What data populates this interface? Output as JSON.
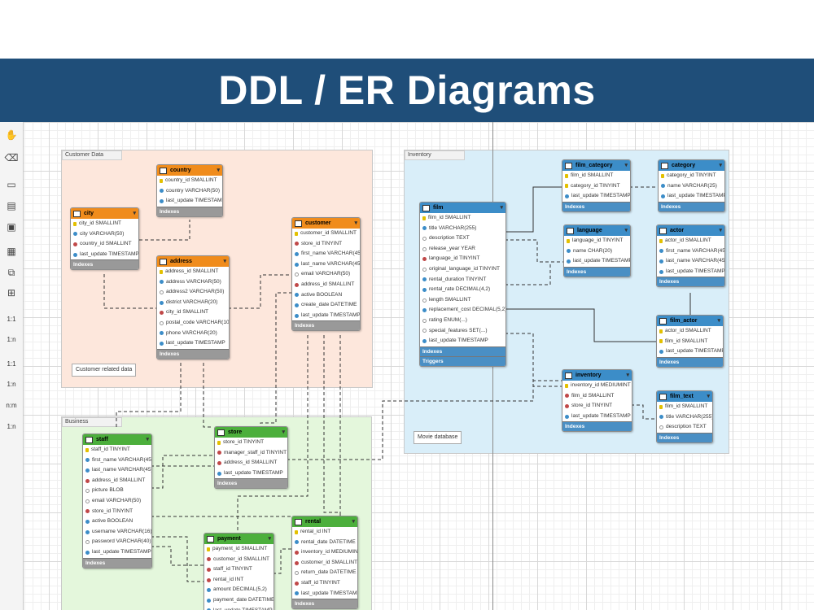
{
  "slide_title": "DDL / ER Diagrams",
  "layers": {
    "customer": "Customer Data",
    "inventory": "Inventory",
    "business": "Business"
  },
  "notes": {
    "customer": "Customer related data",
    "movie": "Movie database"
  },
  "tables": {
    "country": {
      "name": "country",
      "cols": [
        "country_id SMALLINT",
        "country VARCHAR(50)",
        "last_update TIMESTAMP"
      ],
      "sections": [
        "Indexes"
      ]
    },
    "city": {
      "name": "city",
      "cols": [
        "city_id SMALLINT",
        "city VARCHAR(50)",
        "country_id SMALLINT",
        "last_update TIMESTAMP"
      ],
      "sections": [
        "Indexes"
      ]
    },
    "address": {
      "name": "address",
      "cols": [
        "address_id SMALLINT",
        "address VARCHAR(50)",
        "address2 VARCHAR(50)",
        "district VARCHAR(20)",
        "city_id SMALLINT",
        "postal_code VARCHAR(10)",
        "phone VARCHAR(20)",
        "last_update TIMESTAMP"
      ],
      "sections": [
        "Indexes"
      ]
    },
    "customer": {
      "name": "customer",
      "cols": [
        "customer_id SMALLINT",
        "store_id TINYINT",
        "first_name VARCHAR(45)",
        "last_name VARCHAR(45)",
        "email VARCHAR(50)",
        "address_id SMALLINT",
        "active BOOLEAN",
        "create_date DATETIME",
        "last_update TIMESTAMP"
      ],
      "sections": [
        "Indexes"
      ]
    },
    "film": {
      "name": "film",
      "cols": [
        "film_id SMALLINT",
        "title VARCHAR(255)",
        "description TEXT",
        "release_year YEAR",
        "language_id TINYINT",
        "original_language_id TINYINT",
        "rental_duration TINYINT",
        "rental_rate DECIMAL(4,2)",
        "length SMALLINT",
        "replacement_cost DECIMAL(5,2)",
        "rating ENUM(...)",
        "special_features SET(...)",
        "last_update TIMESTAMP"
      ],
      "sections": [
        "Indexes",
        "Triggers"
      ]
    },
    "film_category": {
      "name": "film_category",
      "cols": [
        "film_id SMALLINT",
        "category_id TINYINT",
        "last_update TIMESTAMP"
      ],
      "sections": [
        "Indexes"
      ]
    },
    "category": {
      "name": "category",
      "cols": [
        "category_id TINYINT",
        "name VARCHAR(25)",
        "last_update TIMESTAMP"
      ],
      "sections": [
        "Indexes"
      ]
    },
    "language": {
      "name": "language",
      "cols": [
        "language_id TINYINT",
        "name CHAR(20)",
        "last_update TIMESTAMP"
      ],
      "sections": [
        "Indexes"
      ]
    },
    "actor": {
      "name": "actor",
      "cols": [
        "actor_id SMALLINT",
        "first_name VARCHAR(45)",
        "last_name VARCHAR(45)",
        "last_update TIMESTAMP"
      ],
      "sections": [
        "Indexes"
      ]
    },
    "film_actor": {
      "name": "film_actor",
      "cols": [
        "actor_id SMALLINT",
        "film_id SMALLINT",
        "last_update TIMESTAMP"
      ],
      "sections": [
        "Indexes"
      ]
    },
    "inventory": {
      "name": "inventory",
      "cols": [
        "inventory_id MEDIUMINT",
        "film_id SMALLINT",
        "store_id TINYINT",
        "last_update TIMESTAMP"
      ],
      "sections": [
        "Indexes"
      ]
    },
    "film_text": {
      "name": "film_text",
      "cols": [
        "film_id SMALLINT",
        "title VARCHAR(255)",
        "description TEXT"
      ],
      "sections": [
        "Indexes"
      ]
    },
    "staff": {
      "name": "staff",
      "cols": [
        "staff_id TINYINT",
        "first_name VARCHAR(45)",
        "last_name VARCHAR(45)",
        "address_id SMALLINT",
        "picture BLOB",
        "email VARCHAR(50)",
        "store_id TINYINT",
        "active BOOLEAN",
        "username VARCHAR(16)",
        "password VARCHAR(40)",
        "last_update TIMESTAMP"
      ],
      "sections": [
        "Indexes"
      ]
    },
    "store": {
      "name": "store",
      "cols": [
        "store_id TINYINT",
        "manager_staff_id TINYINT",
        "address_id SMALLINT",
        "last_update TIMESTAMP"
      ],
      "sections": [
        "Indexes"
      ]
    },
    "payment": {
      "name": "payment",
      "cols": [
        "payment_id SMALLINT",
        "customer_id SMALLINT",
        "staff_id TINYINT",
        "rental_id INT",
        "amount DECIMAL(5,2)",
        "payment_date DATETIME",
        "last_update TIMESTAMP"
      ],
      "sections": []
    },
    "rental": {
      "name": "rental",
      "cols": [
        "rental_id INT",
        "rental_date DATETIME",
        "inventory_id MEDIUMINT",
        "customer_id SMALLINT",
        "return_date DATETIME",
        "staff_id TINYINT",
        "last_update TIMESTAMP"
      ],
      "sections": [
        "Indexes"
      ]
    }
  },
  "toolbar": [
    {
      "icon": "hand-icon",
      "glyph": "✋"
    },
    {
      "icon": "eraser-icon",
      "glyph": "⌫"
    },
    {
      "icon": "layer-icon",
      "glyph": "▭"
    },
    {
      "icon": "note-icon",
      "glyph": "▤"
    },
    {
      "icon": "image-icon",
      "glyph": "▣"
    },
    {
      "icon": "table-icon",
      "glyph": "▦"
    },
    {
      "icon": "view-icon",
      "glyph": "⧉"
    },
    {
      "icon": "routine-icon",
      "glyph": "⊞"
    },
    {
      "icon": "rel-1-1-icon",
      "glyph": "1:1"
    },
    {
      "icon": "rel-1-n-icon",
      "glyph": "1:n"
    },
    {
      "icon": "rel-1-1-id-icon",
      "glyph": "1:1"
    },
    {
      "icon": "rel-1-n-id-icon",
      "glyph": "1:n"
    },
    {
      "icon": "rel-n-m-icon",
      "glyph": "n:m"
    },
    {
      "icon": "rel-1-n-existing-icon",
      "glyph": "1:n"
    }
  ],
  "colors": {
    "banner": "#1f4e79",
    "customer_layer": "#fde7dc",
    "inventory_layer": "#d9eef9",
    "business_layer": "#e4f7dc",
    "table_orange": "#f08c1c",
    "table_blue": "#3c8dc8",
    "table_green": "#4caf3c"
  }
}
